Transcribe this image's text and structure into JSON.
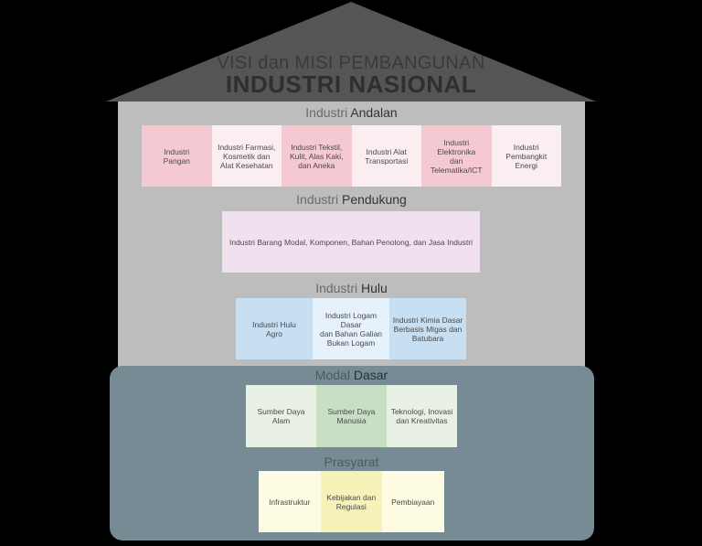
{
  "header": {
    "line1": "VISI dan MISI PEMBANGUNAN",
    "line2": "INDUSTRI NASIONAL"
  },
  "sections": {
    "andalan": {
      "title_light": "Industri ",
      "title_bold": "Andalan",
      "items": [
        {
          "label": "Industri\nPangan",
          "color": "#f5c9d2"
        },
        {
          "label": "Industri Farmasi,\nKosmetik dan\nAlat Kesehatan",
          "color": "#fbeef0"
        },
        {
          "label": "Industri Tekstil,\nKulit, Alas Kaki,\ndan Aneka",
          "color": "#f5c9d2"
        },
        {
          "label": "Industri Alat\nTransportasi",
          "color": "#fbeef0"
        },
        {
          "label": "Industri Elektronika\ndan Telematika/ICT",
          "color": "#f5c9d2"
        },
        {
          "label": "Industri\nPembangkit\nEnergi",
          "color": "#fbeef0"
        }
      ]
    },
    "pendukung": {
      "title_light": "Industri ",
      "title_bold": "Pendukung",
      "items": [
        {
          "label": "Industri Barang Modal, Komponen, Bahan Penolong, dan Jasa Industri",
          "color": "#f1e0ee"
        }
      ]
    },
    "hulu": {
      "title_light": "Industri ",
      "title_bold": "Hulu",
      "items": [
        {
          "label": "Industri Hulu\nAgro",
          "color": "#c6dff2"
        },
        {
          "label": "Industri Logam Dasar\ndan Bahan Galian\nBukan Logam",
          "color": "#e6f1fb"
        },
        {
          "label": "Industri Kimia Dasar\nBerbasis Migas dan\nBatubara",
          "color": "#c6dff2"
        }
      ]
    },
    "modal_dasar": {
      "title_light": "Modal ",
      "title_bold": "Dasar",
      "items": [
        {
          "label": "Sumber Daya\nAlam",
          "color": "#e8f1e4"
        },
        {
          "label": "Sumber Daya\nManusia",
          "color": "#c9dfc4"
        },
        {
          "label": "Teknologi, Inovasi\ndan Kreativitas",
          "color": "#e8f1e4"
        }
      ]
    },
    "prasyarat": {
      "title_light": "Prasyarat",
      "items": [
        {
          "label": "Infrastruktur",
          "color": "#fdfbe2"
        },
        {
          "label": "Kebijakan dan\nRegulasi",
          "color": "#f6f2b9"
        },
        {
          "label": "Pembiayaan",
          "color": "#fdfbe2"
        }
      ]
    }
  },
  "colors": {
    "background": "#000000",
    "roof": "#555555",
    "house_body": "#bdbdbd",
    "base": "#778b95"
  }
}
